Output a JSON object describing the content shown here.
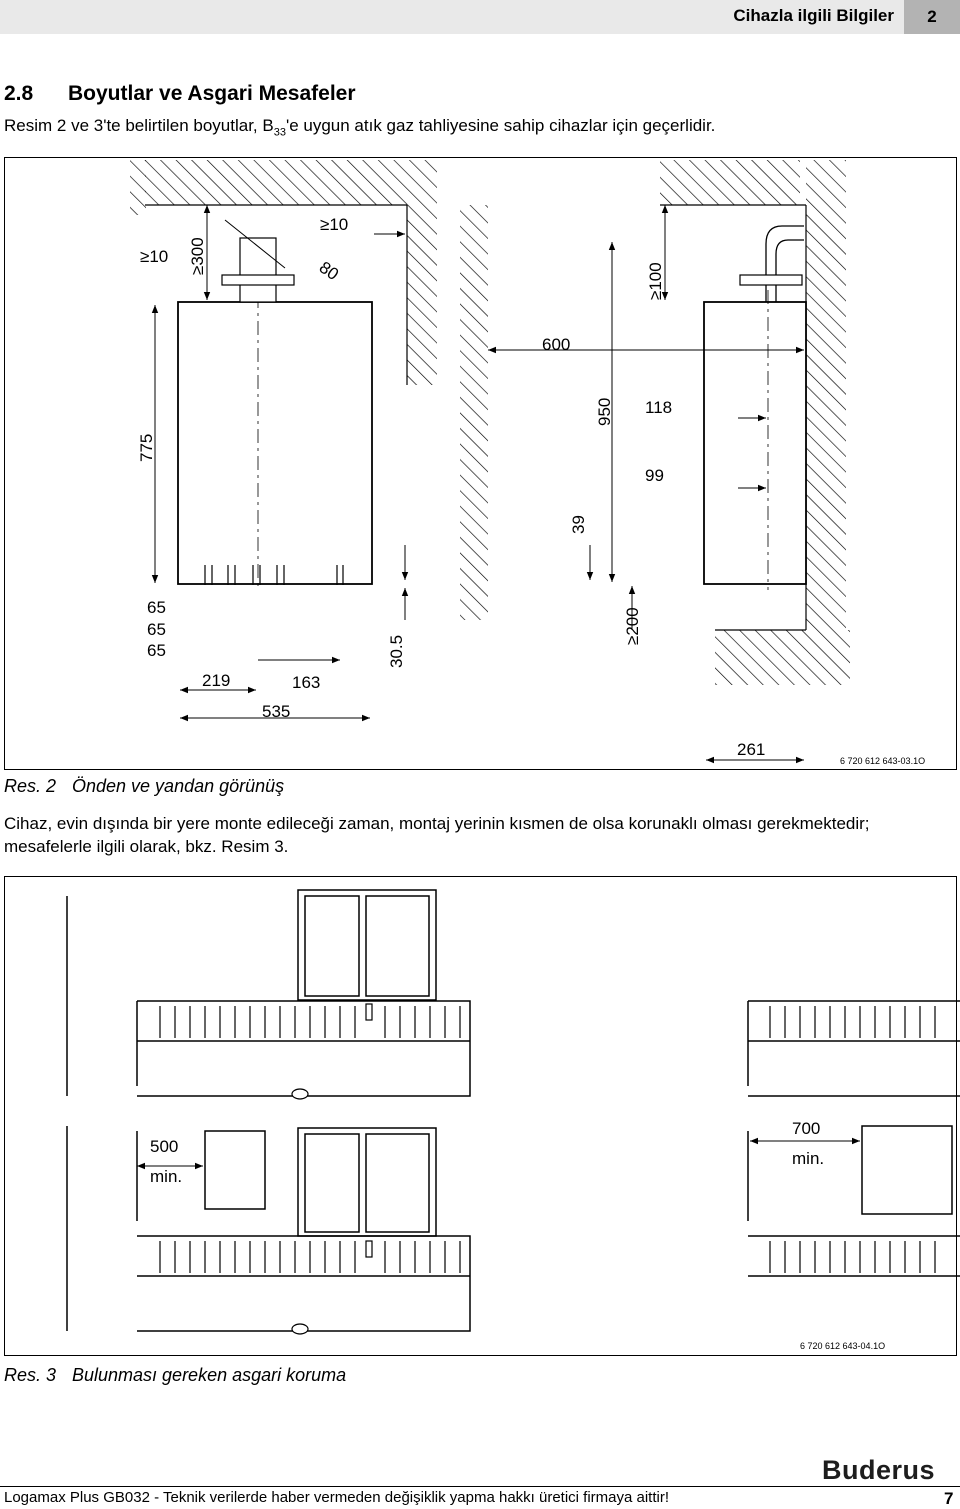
{
  "header": {
    "title": "Cihazla ilgili Bilgiler",
    "chapter": "2"
  },
  "section": {
    "number": "2.8",
    "title": "Boyutlar ve Asgari Mesafeler"
  },
  "intro": {
    "before": "Resim 2 ve  3'te belirtilen boyutlar, B",
    "sub": "33",
    "after": "'e uygun atık gaz tahliyesine sahip cihazlar için geçerlidir."
  },
  "figure2": {
    "dims": {
      "top_left_gap": "≥10",
      "top_clearance": "≥300",
      "top_right_gap": "≥10",
      "flue_dia": "80",
      "height": "775",
      "width_total": "535",
      "width_219": "219",
      "width_163": "163",
      "conn_65a": "65",
      "conn_65b": "65",
      "conn_65c": "65",
      "bottom_offset": "30.5",
      "side_width": "600",
      "side_height": "950",
      "side_top": "≥100",
      "side_118": "118",
      "side_99": "99",
      "side_39": "39",
      "side_bottom": "≥200",
      "side_depth": "261"
    },
    "code": "6 720 612 643-03.1O",
    "caption_label": "Res. 2",
    "caption_text": "Önden ve yandan görünüş"
  },
  "body_text": "Cihaz, evin dışında bir yere monte edileceği zaman, montaj yerinin kısmen de olsa korunaklı olması gerekmektedir; mesafelerle ilgili olarak, bkz. Resim 3.",
  "figure3": {
    "left_dim_value": "500",
    "left_dim_unit": "min.",
    "right_dim_value": "700",
    "right_dim_unit": "min.",
    "code": "6 720 612 643-04.1O",
    "caption_label": "Res. 3",
    "caption_text": "Bulunması gereken asgari koruma"
  },
  "footer": {
    "text": "Logamax Plus GB032 - Teknik verilerde haber vermeden değişiklik yapma hakkı üretici firmaya aittir!",
    "page": "7",
    "brand": "Buderus"
  }
}
